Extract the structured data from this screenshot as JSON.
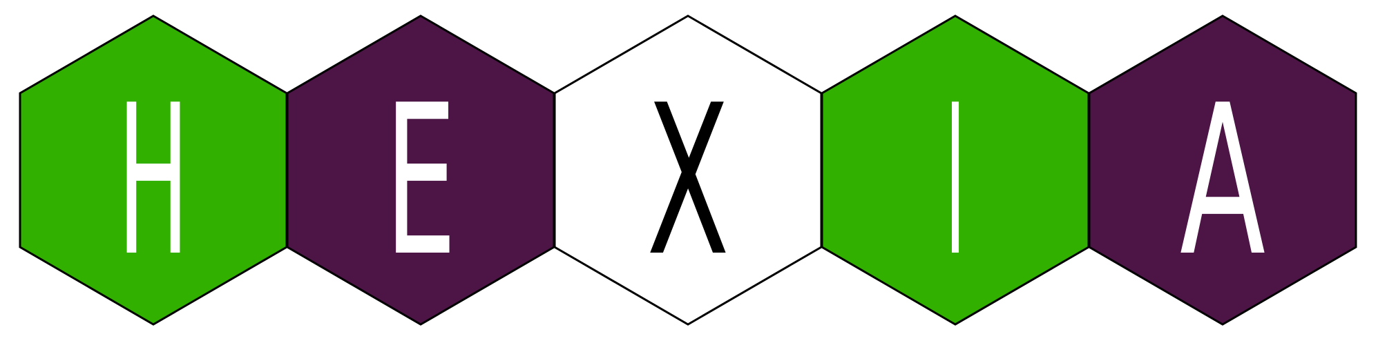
{
  "logo": {
    "tiles": [
      {
        "letter": "H",
        "fill": "#31b000",
        "text_color": "#ffffff"
      },
      {
        "letter": "E",
        "fill": "#4d1446",
        "text_color": "#ffffff"
      },
      {
        "letter": "X",
        "fill": "#ffffff",
        "text_color": "#000000"
      },
      {
        "letter": "I",
        "fill": "#31b000",
        "text_color": "#ffffff"
      },
      {
        "letter": "A",
        "fill": "#4d1446",
        "text_color": "#ffffff"
      }
    ],
    "outline_color": "#000000"
  }
}
